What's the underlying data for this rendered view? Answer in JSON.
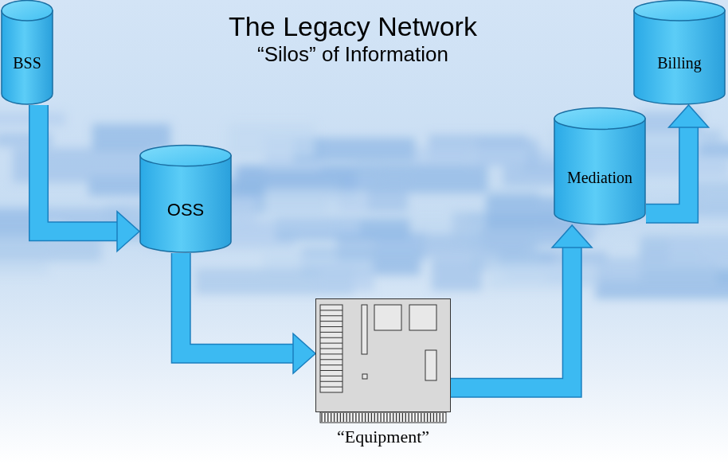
{
  "diagram": {
    "title": "The Legacy Network",
    "nodes": [
      {
        "text": [
          "BSS"
        ]
      },
      {
        "text": [
          "OSS"
        ]
      },
      {
        "text": [
          "“Equipment”"
        ]
      },
      {
        "text": [
          "Mediation"
        ]
      },
      {
        "text": [
          "Billing"
        ]
      }
    ],
    "edges": [
      {
        "from": 0,
        "to": 1,
        "arrow": "to"
      },
      {
        "from": 1,
        "to": 2,
        "arrow": "to"
      },
      {
        "from": 2,
        "to": 3,
        "arrow": "to"
      },
      {
        "from": 3,
        "to": 4,
        "arrow": "to"
      }
    ],
    "labels": [
      "“Silos” of Information"
    ]
  }
}
